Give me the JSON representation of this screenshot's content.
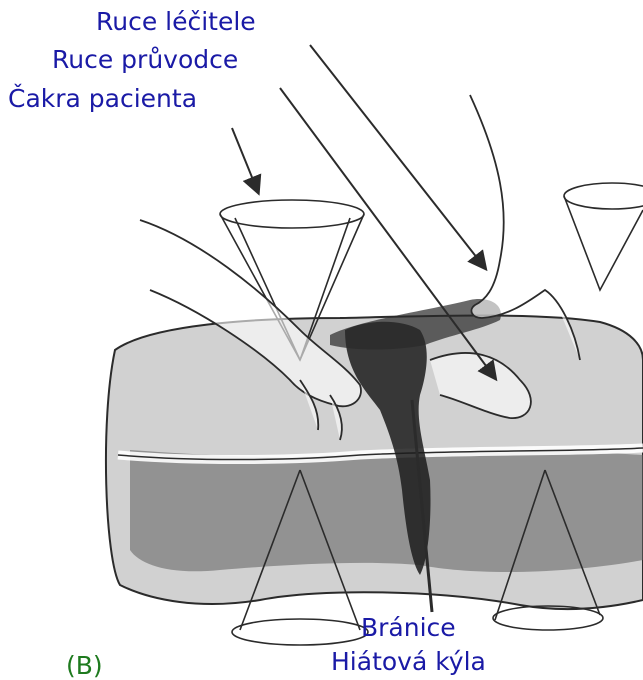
{
  "labels": {
    "hands_healer": "Ruce léčitele",
    "hands_guide": "Ruce průvodce",
    "patient_chakra": "Čakra pacienta",
    "diaphragm": "Bránice",
    "hiatal_hernia": "Hiátová kýla",
    "panel": "(B)"
  },
  "colors": {
    "label_text": "#1a1aa6",
    "panel_text": "#1e7a1e",
    "drawing_stroke": "#2b2b2b",
    "shading": "#1c1c1c"
  }
}
